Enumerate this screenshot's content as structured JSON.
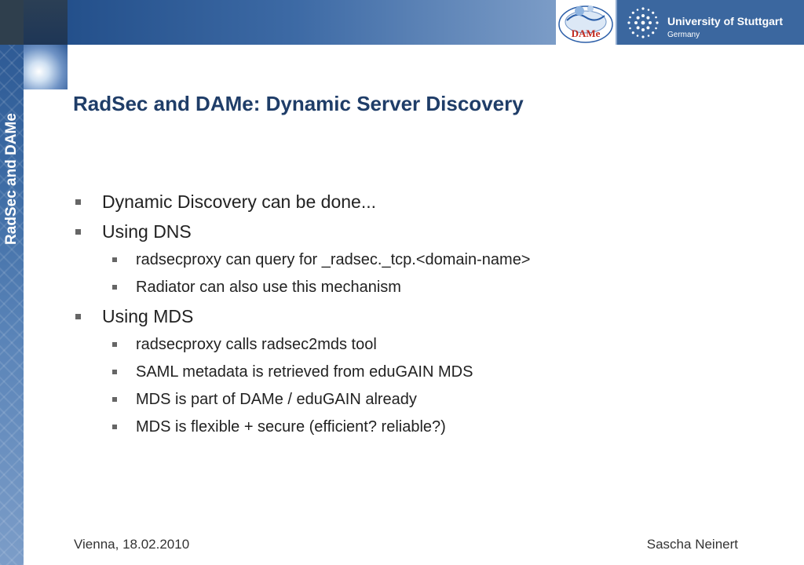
{
  "sidebar": {
    "title": "RadSec and DAMe"
  },
  "header": {
    "dame_logo_text": "DAMe",
    "uni_name": "University of Stuttgart",
    "uni_country": "Germany"
  },
  "slide": {
    "title": "RadSec and DAMe: Dynamic Server Discovery",
    "bullets": [
      "Dynamic Discovery can be done...",
      "Using DNS",
      "radsecproxy can query for _radsec._tcp.<domain-name>",
      "Radiator can also use this mechanism",
      "Using MDS",
      "radsecproxy calls radsec2mds tool",
      "SAML metadata is retrieved from eduGAIN MDS",
      "MDS is part of DAMe / eduGAIN already",
      "MDS is flexible + secure (efficient? reliable?)"
    ]
  },
  "footer": {
    "left": "Vienna, 18.02.2010",
    "right": "Sascha Neinert"
  },
  "colors": {
    "title": "#1f3d68",
    "band": "#3b679f",
    "bullet": "#666666"
  }
}
